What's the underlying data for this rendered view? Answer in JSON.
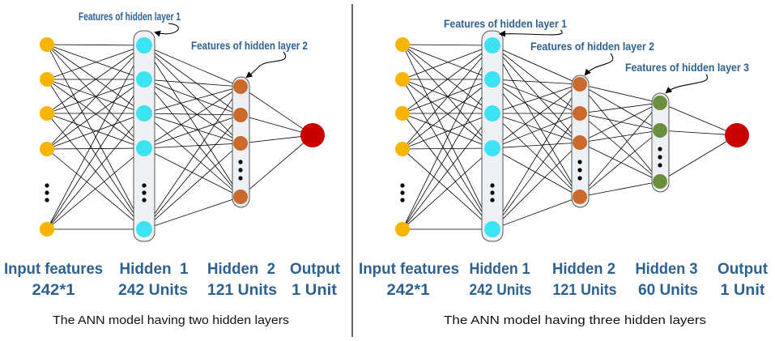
{
  "panels": [
    {
      "caption": "The ANN model having two hidden layers",
      "annotations": [
        "Features of hidden layer 1",
        "Features of hidden layer 2"
      ],
      "layers": [
        {
          "title": "Input features",
          "size": "242*1",
          "node_color": "#F7B500"
        },
        {
          "title": "Hidden  1",
          "size": "242 Units",
          "node_color": "#3DE3F2"
        },
        {
          "title": "Hidden  2",
          "size": "121 Units",
          "node_color": "#CC6A2E"
        },
        {
          "title": "Output",
          "size": "1 Unit",
          "node_color": "#C80000"
        }
      ]
    },
    {
      "caption": "The ANN model having three hidden layers",
      "annotations": [
        "Features of hidden layer 1",
        "Features of hidden layer 2",
        "Features of hidden layer 3"
      ],
      "layers": [
        {
          "title": "Input features",
          "size": "242*1",
          "node_color": "#F7B500"
        },
        {
          "title": "Hidden 1",
          "size": "242 Units",
          "node_color": "#3DE3F2"
        },
        {
          "title": "Hidden 2",
          "size": "121 Units",
          "node_color": "#CC6A2E"
        },
        {
          "title": "Hidden 3",
          "size": "60 Units",
          "node_color": "#6A8F3C"
        },
        {
          "title": "Output",
          "size": "1 Unit",
          "node_color": "#C80000"
        }
      ]
    }
  ],
  "colors": {
    "label_text": "#2E6190",
    "layer_box_fill": "#EDF0F4",
    "connection_line": "#000000"
  }
}
